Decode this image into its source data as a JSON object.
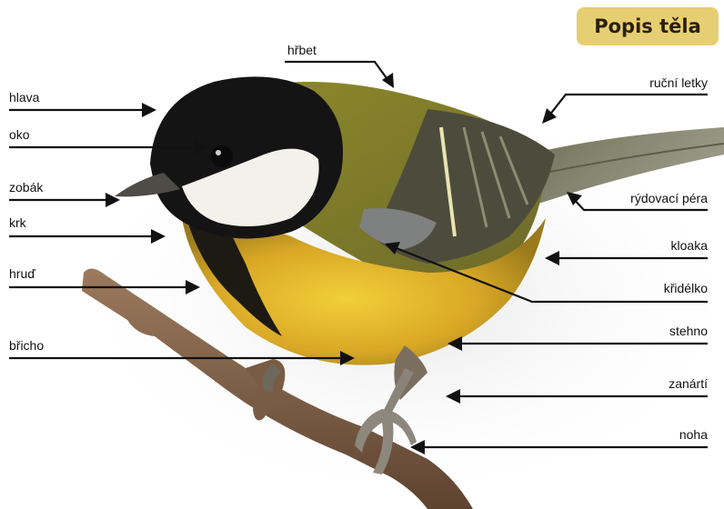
{
  "title": "Popis těla",
  "colors": {
    "badge": "#e6cf72",
    "line": "#111111",
    "text": "#111111"
  },
  "labels": {
    "hlava": "hlava",
    "oko": "oko",
    "zobak": "zobák",
    "krk": "krk",
    "hrud": "hruď",
    "bricho": "břicho",
    "hrbet": "hřbet",
    "rucni_letky": "ruční letky",
    "rydovaci_pera": "rýdovací péra",
    "kloaka": "kloaka",
    "kridelko": "křidélko",
    "stehno": "stehno",
    "zanarti": "zanártí",
    "noha": "noha"
  }
}
